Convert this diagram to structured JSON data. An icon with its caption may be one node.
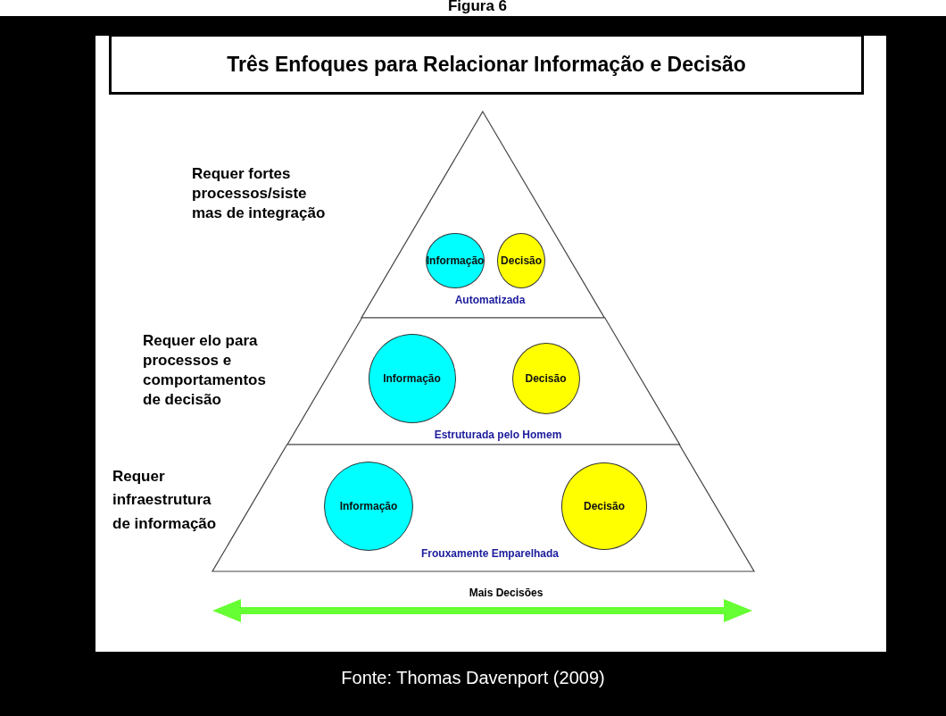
{
  "diagram": {
    "title": "Três Enfoques para Relacionar Informação e Decisão",
    "caption": "Fonte: Thomas Davenport (2009)",
    "nodes": [
      {
        "text": [
          "Automatizada"
        ]
      },
      {
        "text": [
          "Informação"
        ],
        "in": 0
      },
      {
        "text": [
          "Decisão"
        ],
        "in": 0
      },
      {
        "text": [
          "Estruturada pelo Homem"
        ]
      },
      {
        "text": [
          "Informação"
        ],
        "in": 3
      },
      {
        "text": [
          "Decisão"
        ],
        "in": 3
      },
      {
        "text": [
          "Frouxamente Emparelhada"
        ]
      },
      {
        "text": [
          "Informação"
        ],
        "in": 6
      },
      {
        "text": [
          "Decisão"
        ],
        "in": 6
      }
    ],
    "labels": [
      "Figura 6",
      "Requer fortes processos/siste mas de integração",
      "Requer elo para processos e comportamentos de decisão",
      "Requer infraestrutura de informação",
      "Mais Decisões"
    ]
  }
}
